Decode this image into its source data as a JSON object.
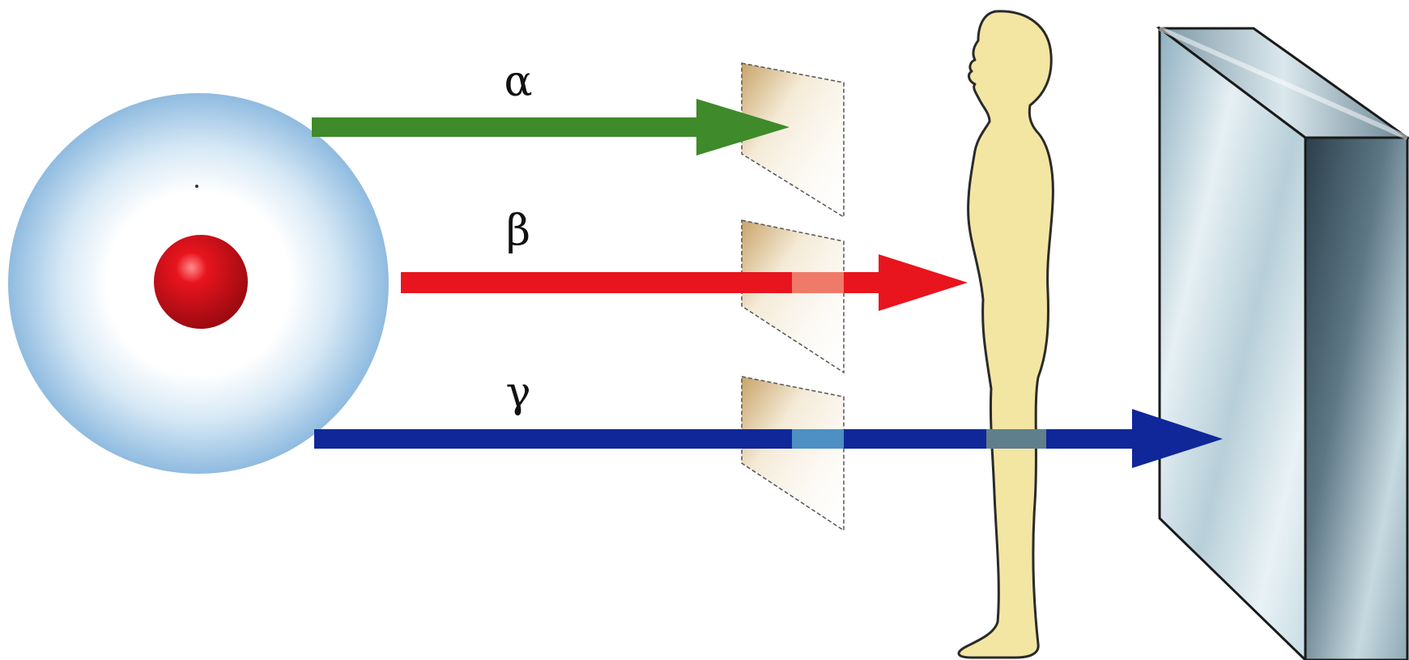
{
  "colors": {
    "alpha": "#3f8a2a",
    "beta": "#e8141e",
    "gamma": "#10279a",
    "nucleus": "#d8141b",
    "electron_cloud": "#9cc4e4",
    "human": "#f3e6a3",
    "paper": "#f2ead9",
    "block_light": "#c8dde6",
    "block_dark": "#3a5260"
  },
  "rays": [
    {
      "id": "alpha",
      "label": "α",
      "stopped_by": "paper"
    },
    {
      "id": "beta",
      "label": "β",
      "stopped_by": "human-body"
    },
    {
      "id": "gamma",
      "label": "γ",
      "stopped_by": "concrete-block"
    }
  ],
  "objects": {
    "source": "atom",
    "barrier_1": "paper",
    "barrier_2": "human-body",
    "barrier_3": "concrete-block"
  }
}
